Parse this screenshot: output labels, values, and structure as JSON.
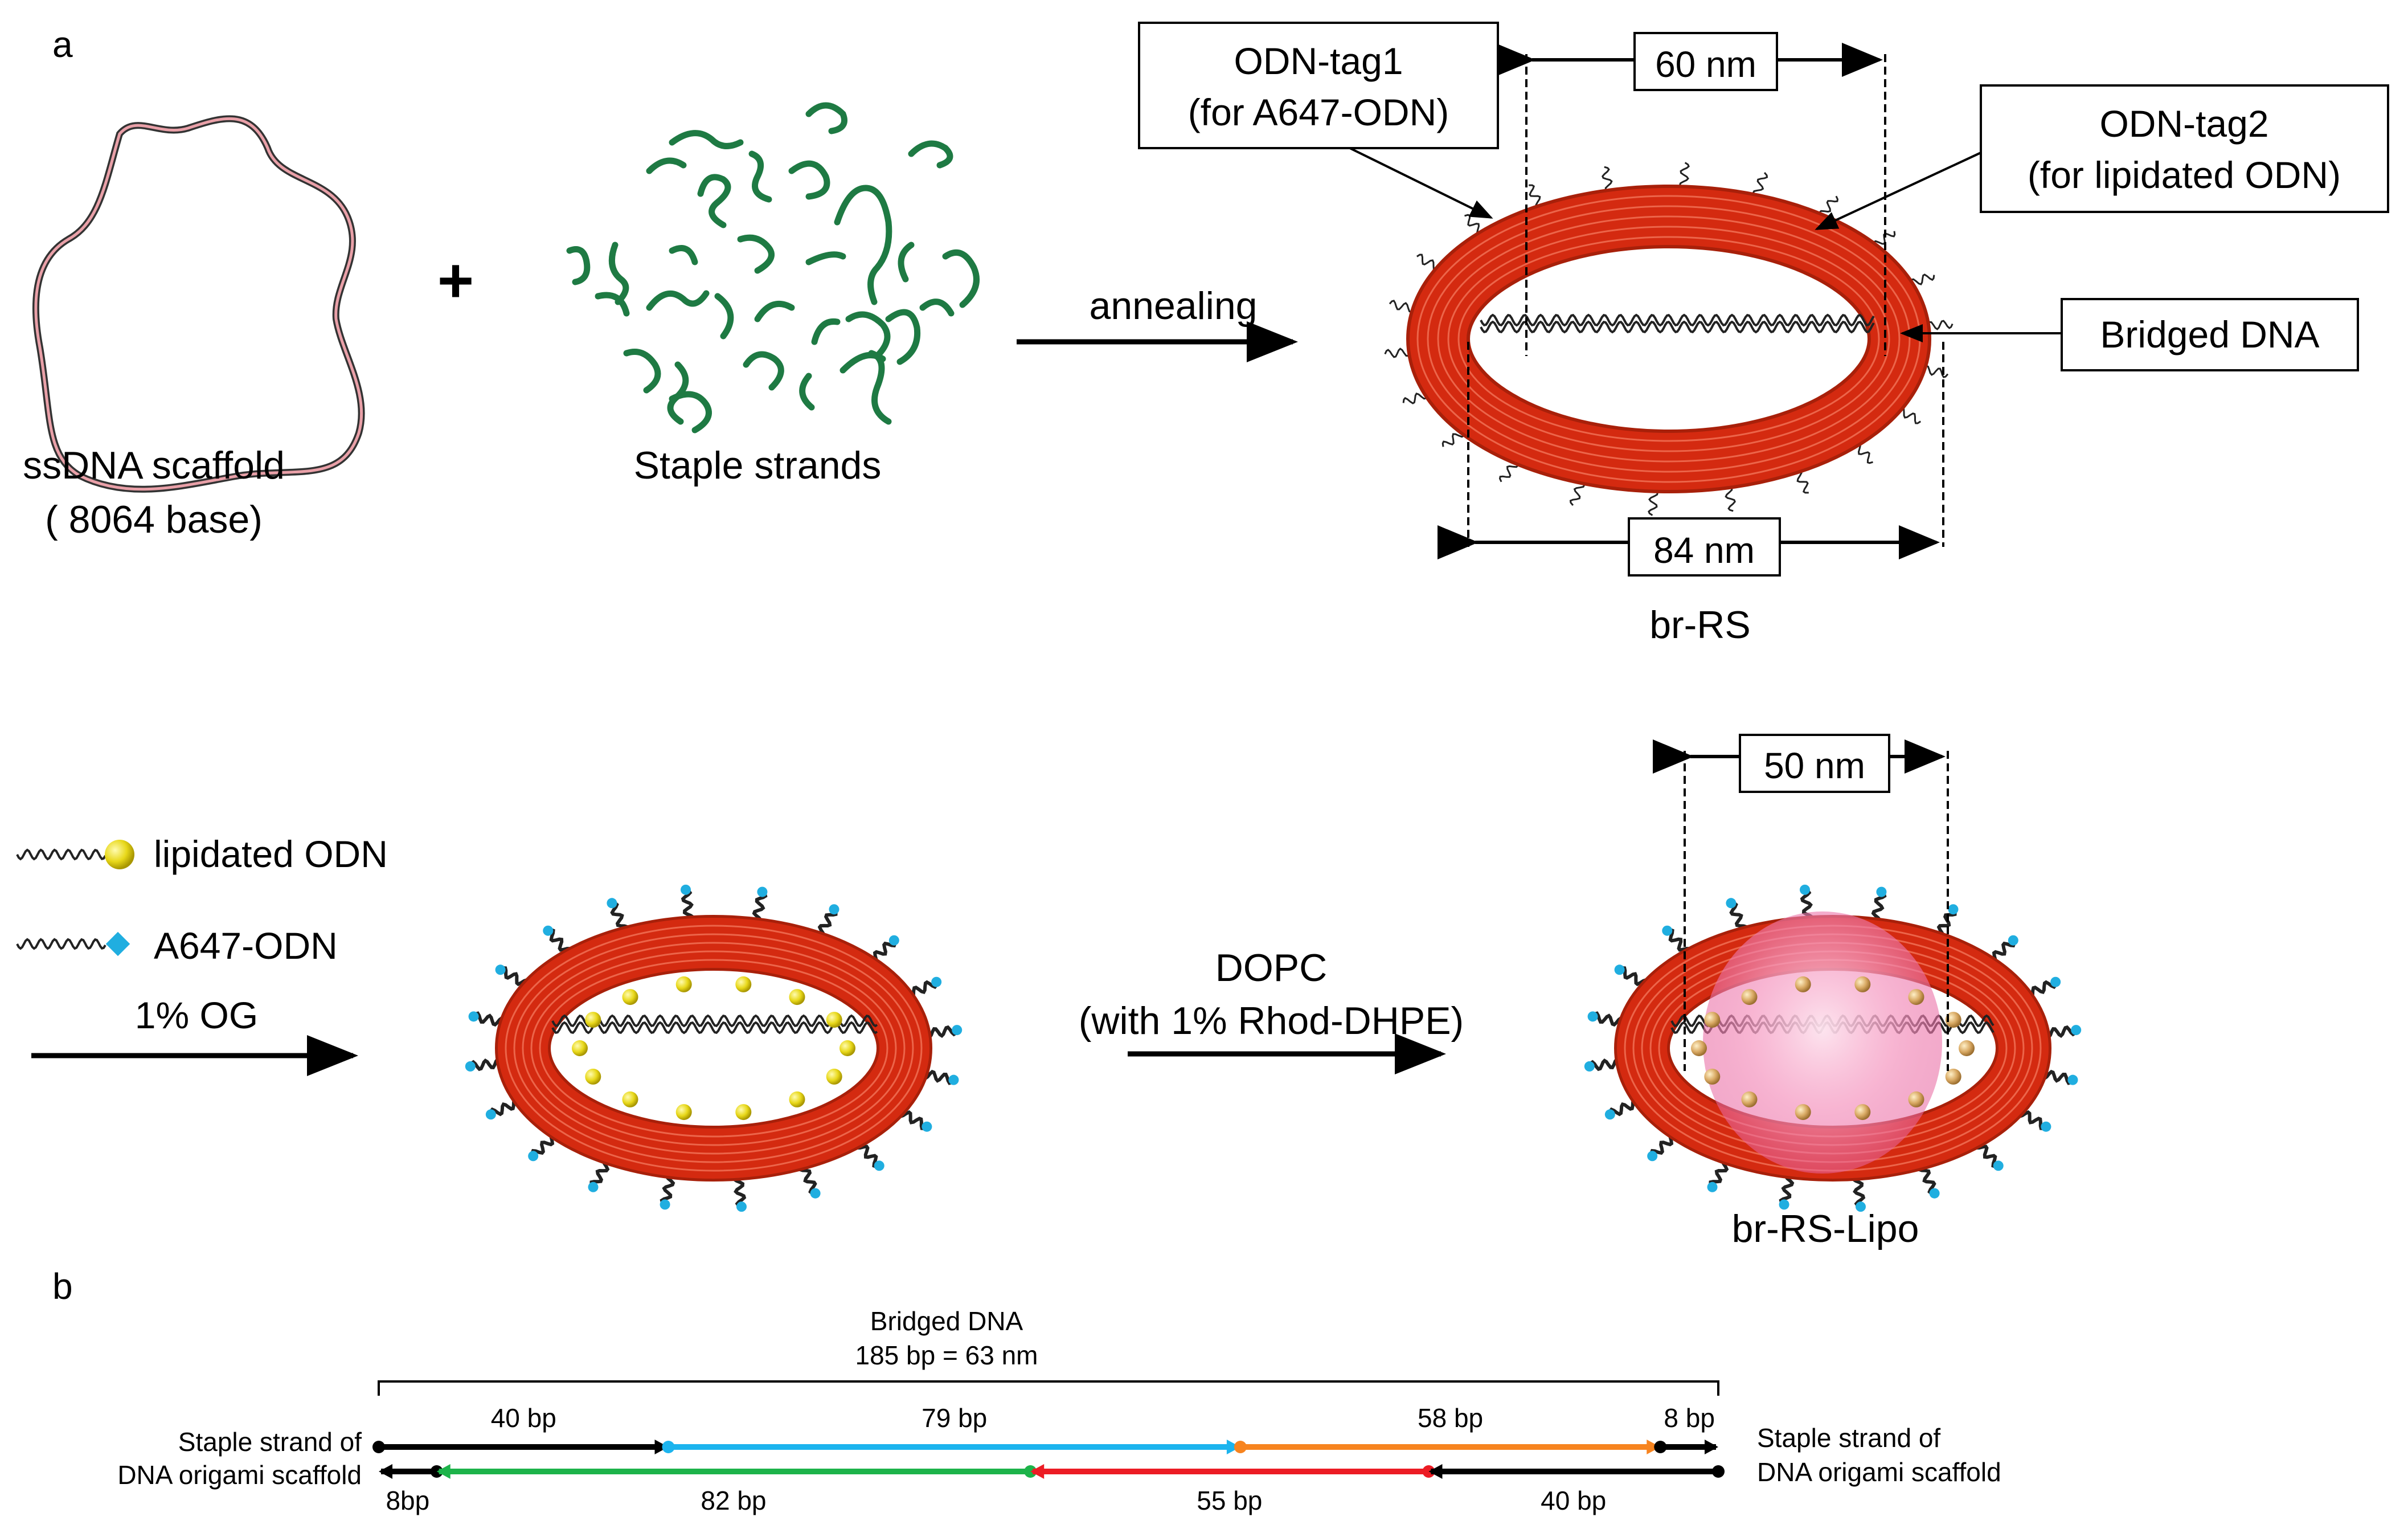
{
  "panel_a": {
    "label": "a",
    "scaffold_label": "ssDNA scaffold",
    "scaffold_sublabel": "( 8064 base)",
    "plus": "+",
    "staples_label": "Staple strands",
    "annealing": "annealing",
    "tag1_line1": "ODN-tag1",
    "tag1_line2": "(for A647-ODN)",
    "dim_60": "60 nm",
    "tag2_line1": "ODN-tag2",
    "tag2_line2": "(for lipidated ODN)",
    "bridged_label": "Bridged DNA",
    "dim_84": "84 nm",
    "brRS": "br-RS",
    "legend_lipid": "lipidated ODN",
    "legend_a647": "A647-ODN",
    "og": "1% OG",
    "dopc_line1": "DOPC",
    "dopc_line2": "(with 1% Rhod-DHPE)",
    "dim_50": "50 nm",
    "brRSLipo": "br-RS-Lipo"
  },
  "panel_b": {
    "label": "b",
    "title_line1": "Bridged DNA",
    "title_line2": "185 bp = 63 nm",
    "left_label_line1": "Staple strand of",
    "left_label_line2": "DNA origami scaffold",
    "right_label_line1": "Staple strand of",
    "right_label_line2": "DNA origami scaffold",
    "top_strand": [
      {
        "label": "40 bp",
        "bp": 40,
        "color": "#000000"
      },
      {
        "label": "79 bp",
        "bp": 79,
        "color": "#1cb4ee"
      },
      {
        "label": "58 bp",
        "bp": 58,
        "color": "#f7841f"
      },
      {
        "label": "8 bp",
        "bp": 8,
        "color": "#000000"
      }
    ],
    "bottom_strand": [
      {
        "label": "8bp",
        "bp": 8,
        "color": "#000000"
      },
      {
        "label": "82 bp",
        "bp": 82,
        "color": "#1db34a"
      },
      {
        "label": "55 bp",
        "bp": 55,
        "color": "#ec1c24"
      },
      {
        "label": "40 bp",
        "bp": 40,
        "color": "#000000"
      }
    ]
  },
  "colors": {
    "ring_red": "#d42a10",
    "staple_green": "#1e7a43",
    "lipid_yellow": "#e8d81a",
    "dye_blue": "#20aee0",
    "liposome_pink": "#f08cb8"
  }
}
